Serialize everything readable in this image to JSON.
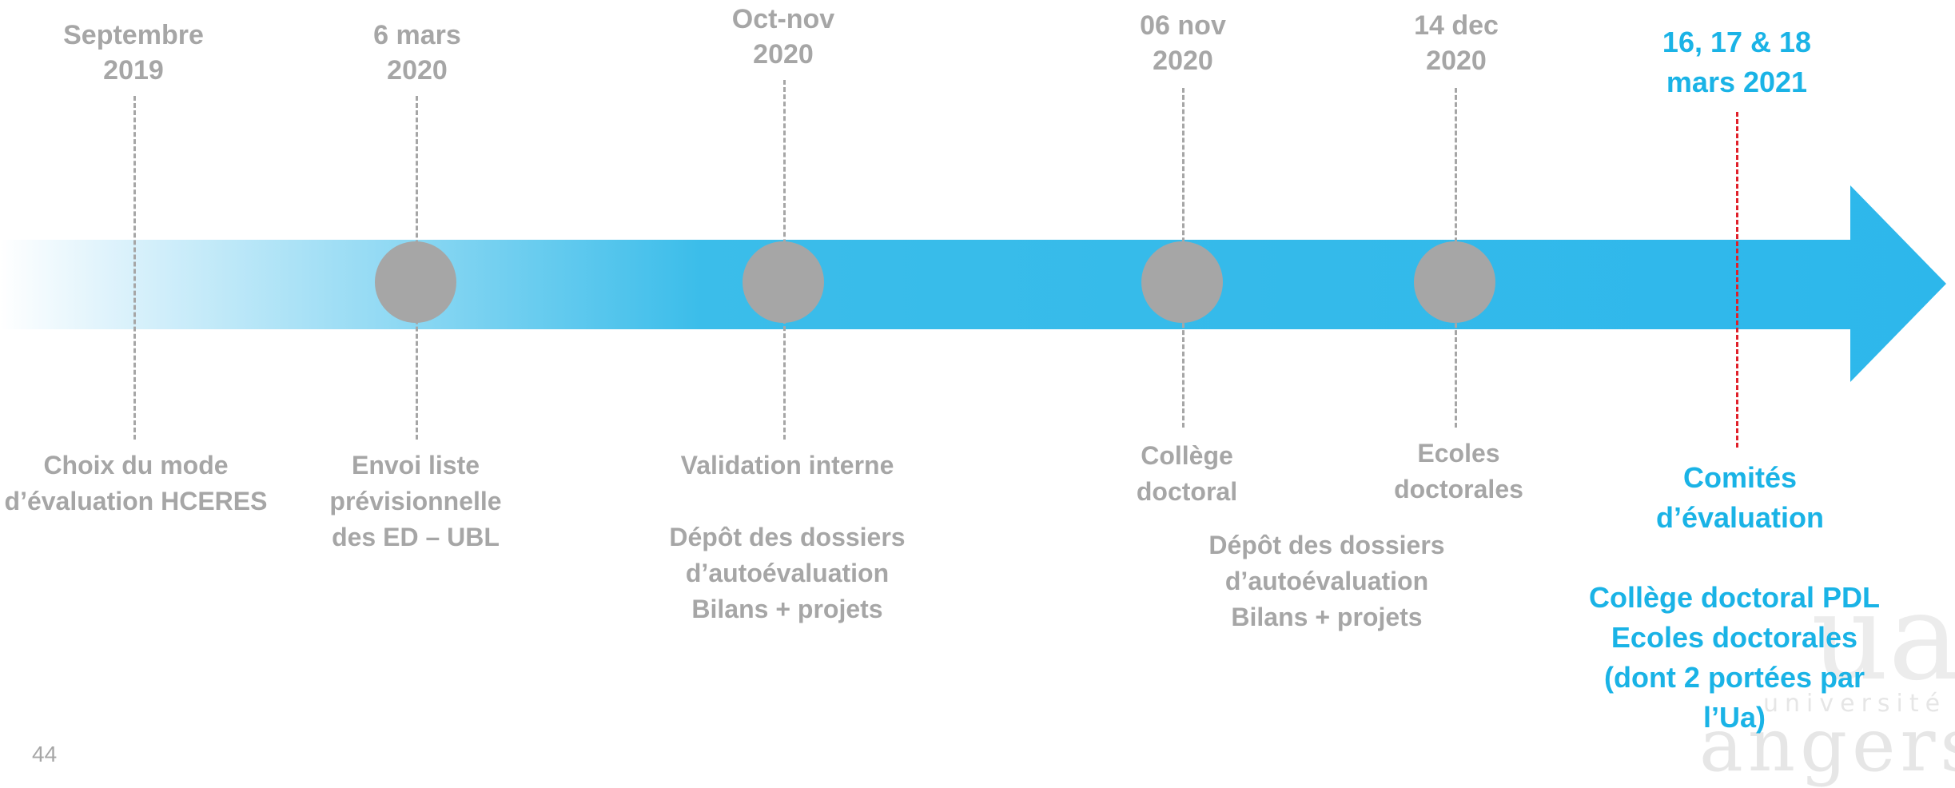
{
  "timeline": {
    "milestones": [
      {
        "date_line1": "Septembre",
        "date_line2": "2019",
        "label_lines": [
          "Choix du mode",
          "d’évaluation HCERES"
        ]
      },
      {
        "date_line1": "6 mars",
        "date_line2": "2020",
        "label_lines": [
          "Envoi liste",
          "prévisionnelle",
          "des ED – UBL"
        ]
      },
      {
        "date_line1": "Oct-nov",
        "date_line2": "2020",
        "label_lines": [
          "Validation interne"
        ],
        "sub_lines": [
          "Dépôt des dossiers",
          "d’autoévaluation",
          "Bilans + projets"
        ]
      },
      {
        "date_line1": "06 nov",
        "date_line2": "2020",
        "label_lines": [
          "Collège",
          "doctoral"
        ],
        "sub_lines": [
          "Dépôt des dossiers",
          "d’autoévaluation",
          "Bilans + projets"
        ]
      },
      {
        "date_line1": "14 dec",
        "date_line2": "2020",
        "label_lines": [
          "Ecoles",
          "doctorales"
        ]
      },
      {
        "date_line1": "16, 17 & 18",
        "date_line2": "mars 2021",
        "label_lines": [
          "Comités",
          "d’évaluation"
        ],
        "sub_lines": [
          "Collège doctoral PDL",
          "Ecoles doctorales",
          "(dont 2 portées par",
          "l’Ua)"
        ]
      }
    ]
  },
  "footer": {
    "page_number": "44"
  },
  "logo": {
    "mark": "ua",
    "line1": "université",
    "line2": "angers"
  },
  "colors": {
    "accent": "#1ab3e6",
    "grey": "#a6a6a6",
    "red_line": "#e0202a"
  }
}
